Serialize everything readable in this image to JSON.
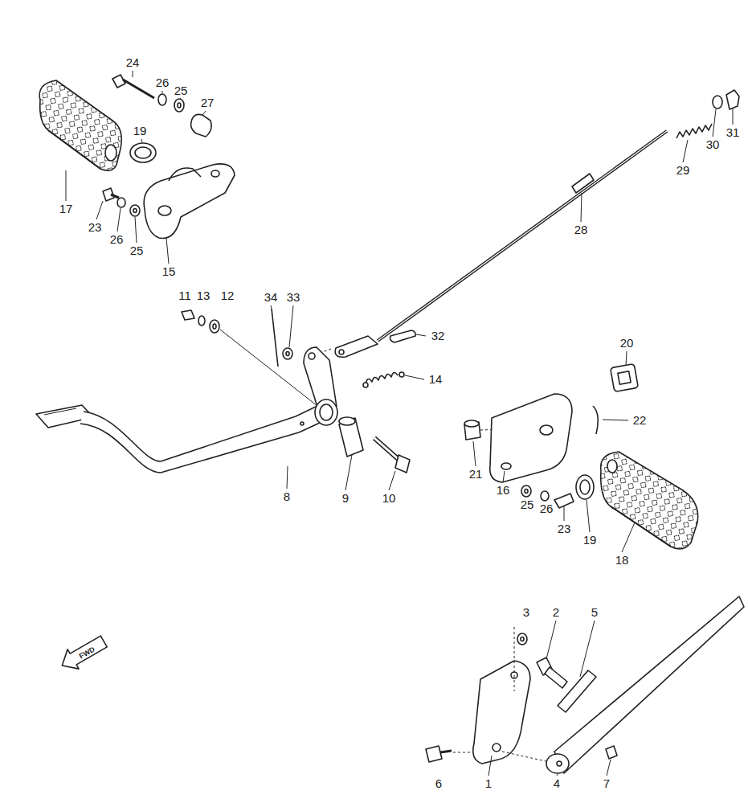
{
  "diagram": {
    "labels": [
      "24",
      "26",
      "25",
      "27",
      "19",
      "17",
      "23",
      "26",
      "25",
      "15",
      "28",
      "29",
      "30",
      "31",
      "11",
      "13",
      "12",
      "34",
      "33",
      "32",
      "14",
      "20",
      "22",
      "8",
      "9",
      "10",
      "21",
      "16",
      "25",
      "26",
      "23",
      "19",
      "18",
      "3",
      "2",
      "5",
      "6",
      "1",
      "4",
      "7",
      "FWD"
    ]
  }
}
